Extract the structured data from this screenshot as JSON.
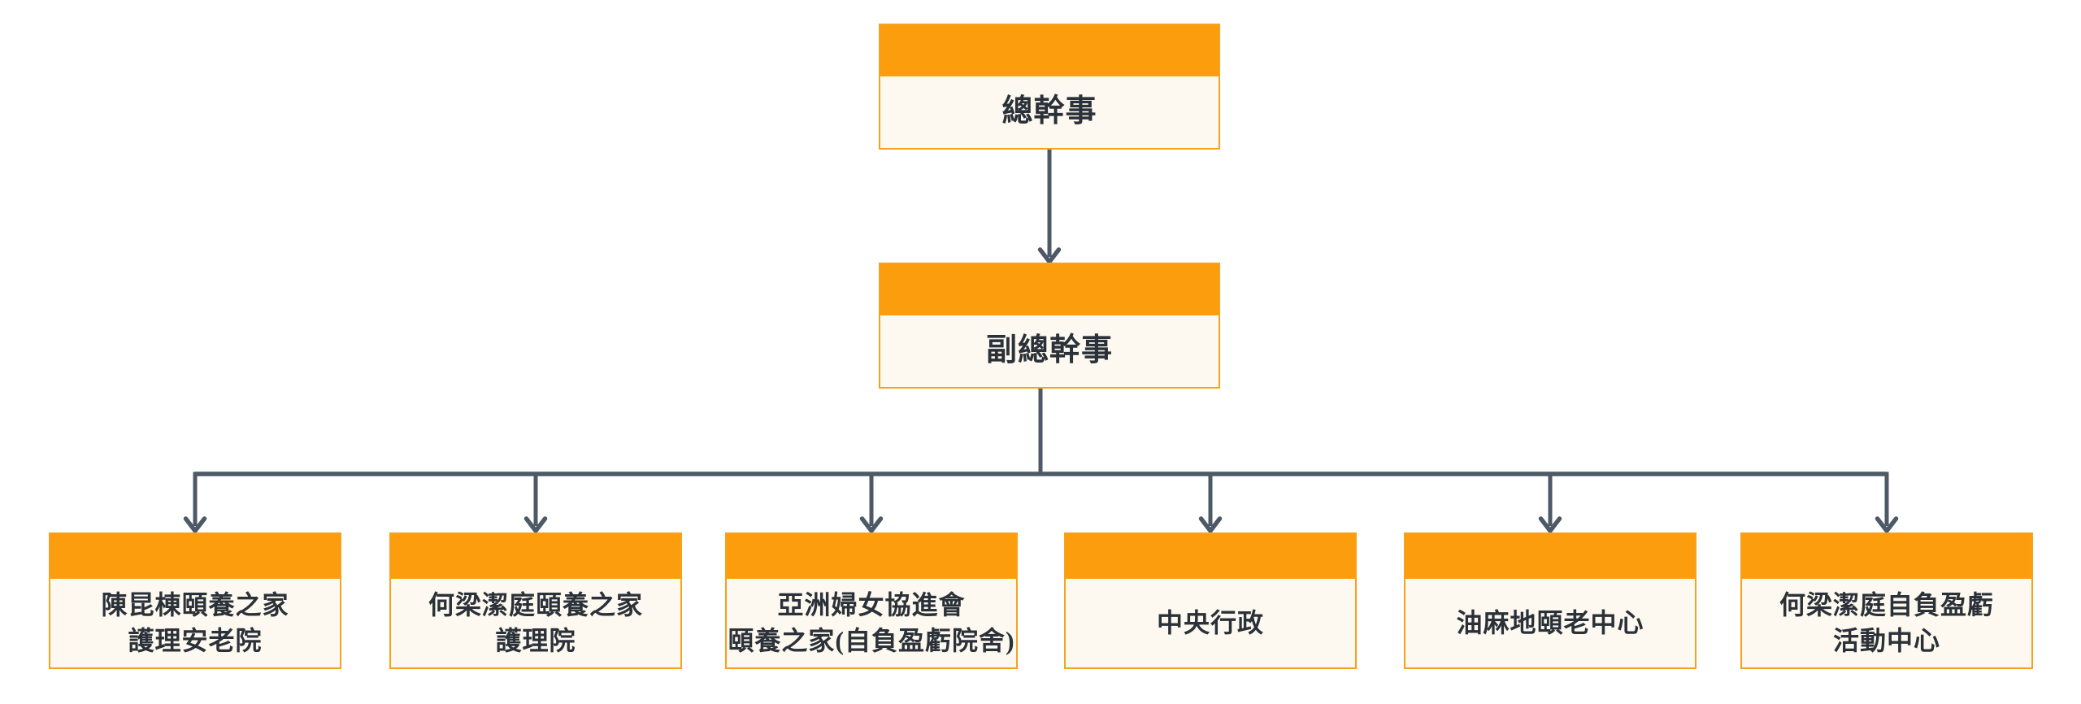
{
  "diagram": {
    "type": "org-chart",
    "background": "#ffffff",
    "colors": {
      "node_header": "#FC9D0E",
      "node_body": "#FDF9F0",
      "node_border": "#F6A21E",
      "connector": "#4D5966",
      "text": "#2B3138"
    },
    "nodes": [
      {
        "id": "director-general",
        "level": 0,
        "parent": null,
        "label": "總幹事",
        "lines": [
          "總幹事"
        ]
      },
      {
        "id": "deputy-director-general",
        "level": 1,
        "parent": "director-general",
        "label": "副總幹事",
        "lines": [
          "副總幹事"
        ]
      },
      {
        "id": "chan-kwan-tung-home",
        "level": 2,
        "parent": "deputy-director-general",
        "label": "陳昆棟頤養之家 護理安老院",
        "lines": [
          "陳昆棟頤養之家",
          "護理安老院"
        ]
      },
      {
        "id": "ho-leung-kit-ting-home",
        "level": 2,
        "parent": "deputy-director-general",
        "label": "何梁潔庭頤養之家 護理院",
        "lines": [
          "何梁潔庭頤養之家",
          "護理院"
        ]
      },
      {
        "id": "asian-womens-association-home",
        "level": 2,
        "parent": "deputy-director-general",
        "label": "亞洲婦女協進會 頤養之家(自負盈虧院舍)",
        "lines": [
          "亞洲婦女協進會",
          "頤養之家(自負盈虧院舍)"
        ]
      },
      {
        "id": "central-administration",
        "level": 2,
        "parent": "deputy-director-general",
        "label": "中央行政",
        "lines": [
          "中央行政"
        ]
      },
      {
        "id": "yau-ma-tei-elderly-centre",
        "level": 2,
        "parent": "deputy-director-general",
        "label": "油麻地頤老中心",
        "lines": [
          "油麻地頤老中心"
        ]
      },
      {
        "id": "ho-leung-kit-ting-activity-centre",
        "level": 2,
        "parent": "deputy-director-general",
        "label": "何梁潔庭自負盈虧 活動中心",
        "lines": [
          "何梁潔庭自負盈虧",
          "活動中心"
        ]
      }
    ],
    "edges": [
      {
        "from": "director-general",
        "to": "deputy-director-general",
        "arrow": true
      },
      {
        "from": "deputy-director-general",
        "to": "chan-kwan-tung-home",
        "arrow": true
      },
      {
        "from": "deputy-director-general",
        "to": "ho-leung-kit-ting-home",
        "arrow": true
      },
      {
        "from": "deputy-director-general",
        "to": "asian-womens-association-home",
        "arrow": true
      },
      {
        "from": "deputy-director-general",
        "to": "central-administration",
        "arrow": true
      },
      {
        "from": "deputy-director-general",
        "to": "yau-ma-tei-elderly-centre",
        "arrow": true
      },
      {
        "from": "deputy-director-general",
        "to": "ho-leung-kit-ting-activity-centre",
        "arrow": true
      }
    ]
  }
}
